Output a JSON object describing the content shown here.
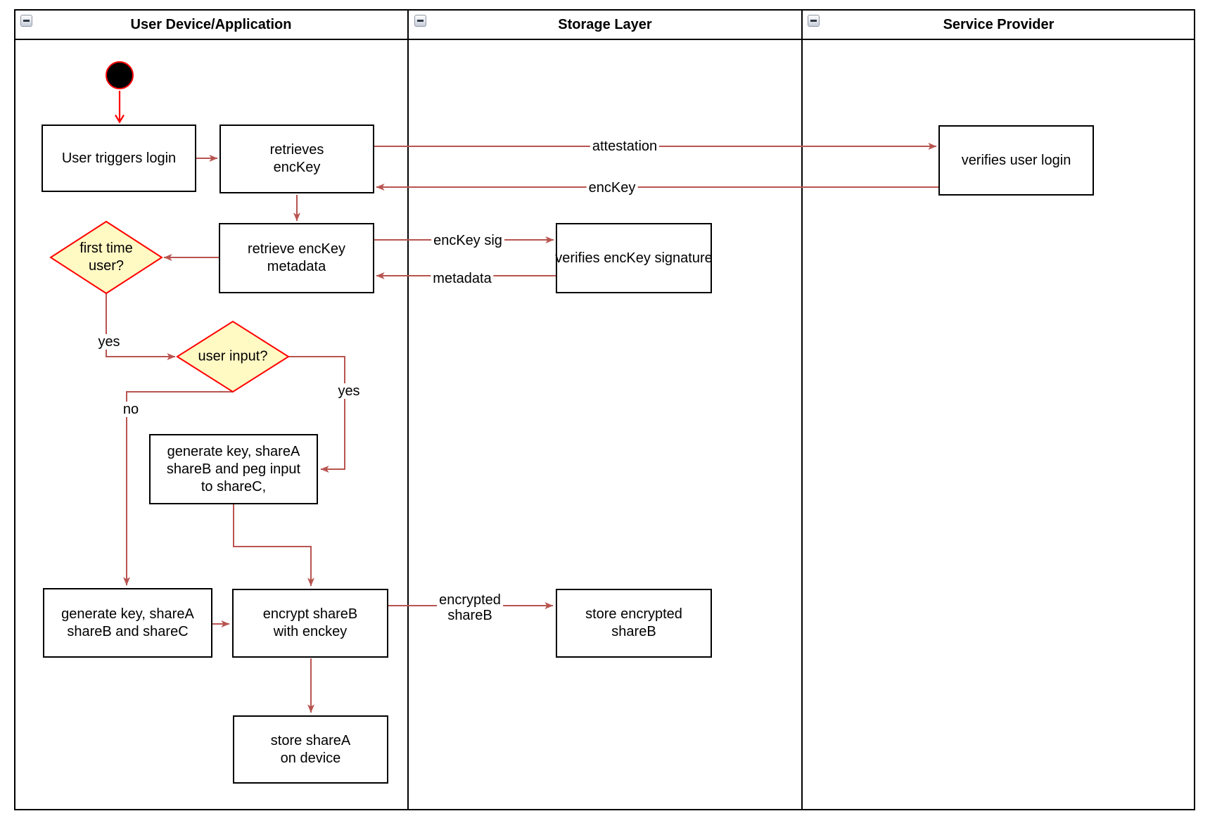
{
  "diagram": {
    "lanes": [
      {
        "title": "User Device/Application",
        "icon": "collapse-minus-icon"
      },
      {
        "title": "Storage Layer",
        "icon": "collapse-minus-icon"
      },
      {
        "title": "Service Provider",
        "icon": "collapse-minus-icon"
      }
    ],
    "nodes": {
      "start": "initial-node",
      "user_triggers_login": "User triggers login",
      "retrieves_enckey": "retrieves\nencKey",
      "verifies_user_login": "verifies user login",
      "retrieve_enckey_metadata": "retrieve encKey\nmetadata",
      "verifies_enckey_signature": "verifies encKey signature",
      "first_time_user": "first time\nuser?",
      "user_input": "user input?",
      "generate_peg": "generate key, shareA\nshareB and peg input\nto shareC,",
      "generate_shares": "generate key, shareA\nshareB and shareC",
      "encrypt_shareb": "encrypt shareB\nwith enckey",
      "store_encrypted_shareb": "store encrypted\nshareB",
      "store_sharea": "store shareA\non device"
    },
    "edge_labels": {
      "attestation": "attestation",
      "enckey": "encKey",
      "enckey_sig": "encKey sig",
      "metadata": "metadata",
      "yes_first_time": "yes",
      "yes_user_input": "yes",
      "no_user_input": "no",
      "encrypted_shareb": "encrypted\nshareB"
    },
    "colors": {
      "connector": "#B85450",
      "accent_red": "#FF0000",
      "diamond_fill": "#FFF9C4",
      "diamond_border": "#FF0000",
      "node_border": "#000000",
      "node_fill": "#FFFFFF"
    }
  }
}
